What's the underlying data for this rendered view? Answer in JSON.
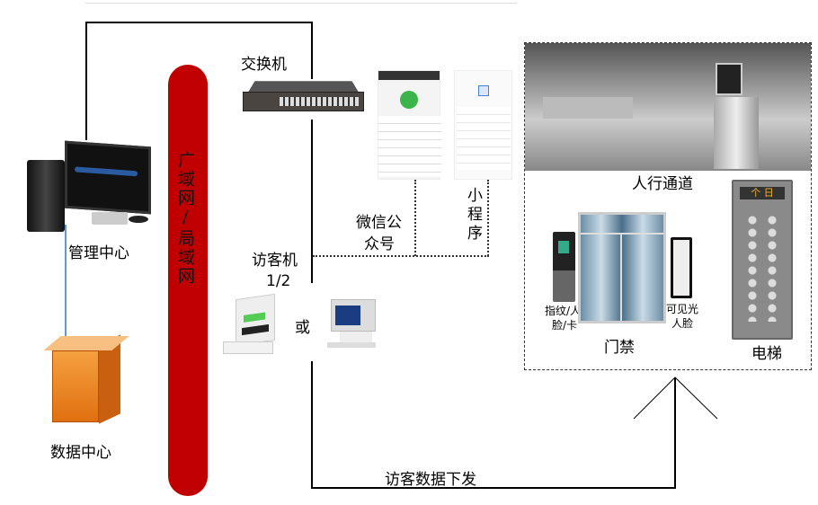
{
  "labels": {
    "switch": "交换机",
    "management_center": "管理中心",
    "data_center": "数据中心",
    "network": "广域网/局域网",
    "visitor_kiosk": "访客机",
    "visitor_kiosk_num": "1/2",
    "or": "或",
    "wechat_official_l1": "微信公",
    "wechat_official_l2": "众号",
    "mini_program": "小程序",
    "pedestrian_passage": "人行通道",
    "access_control": "门禁",
    "elevator": "电梯",
    "fingerprint_face_card_l1": "指纹/人",
    "fingerprint_face_card_l2": "脸/卡",
    "visible_light_face_l1": "可见光",
    "visible_light_face_l2": "人脸",
    "visitor_data_dispatch": "访客数据下发",
    "elevator_display": "个 日"
  },
  "colors": {
    "network_bar": "#c00000",
    "link_blue": "#5b9bd5",
    "wechat_green": "#3cb44a"
  }
}
